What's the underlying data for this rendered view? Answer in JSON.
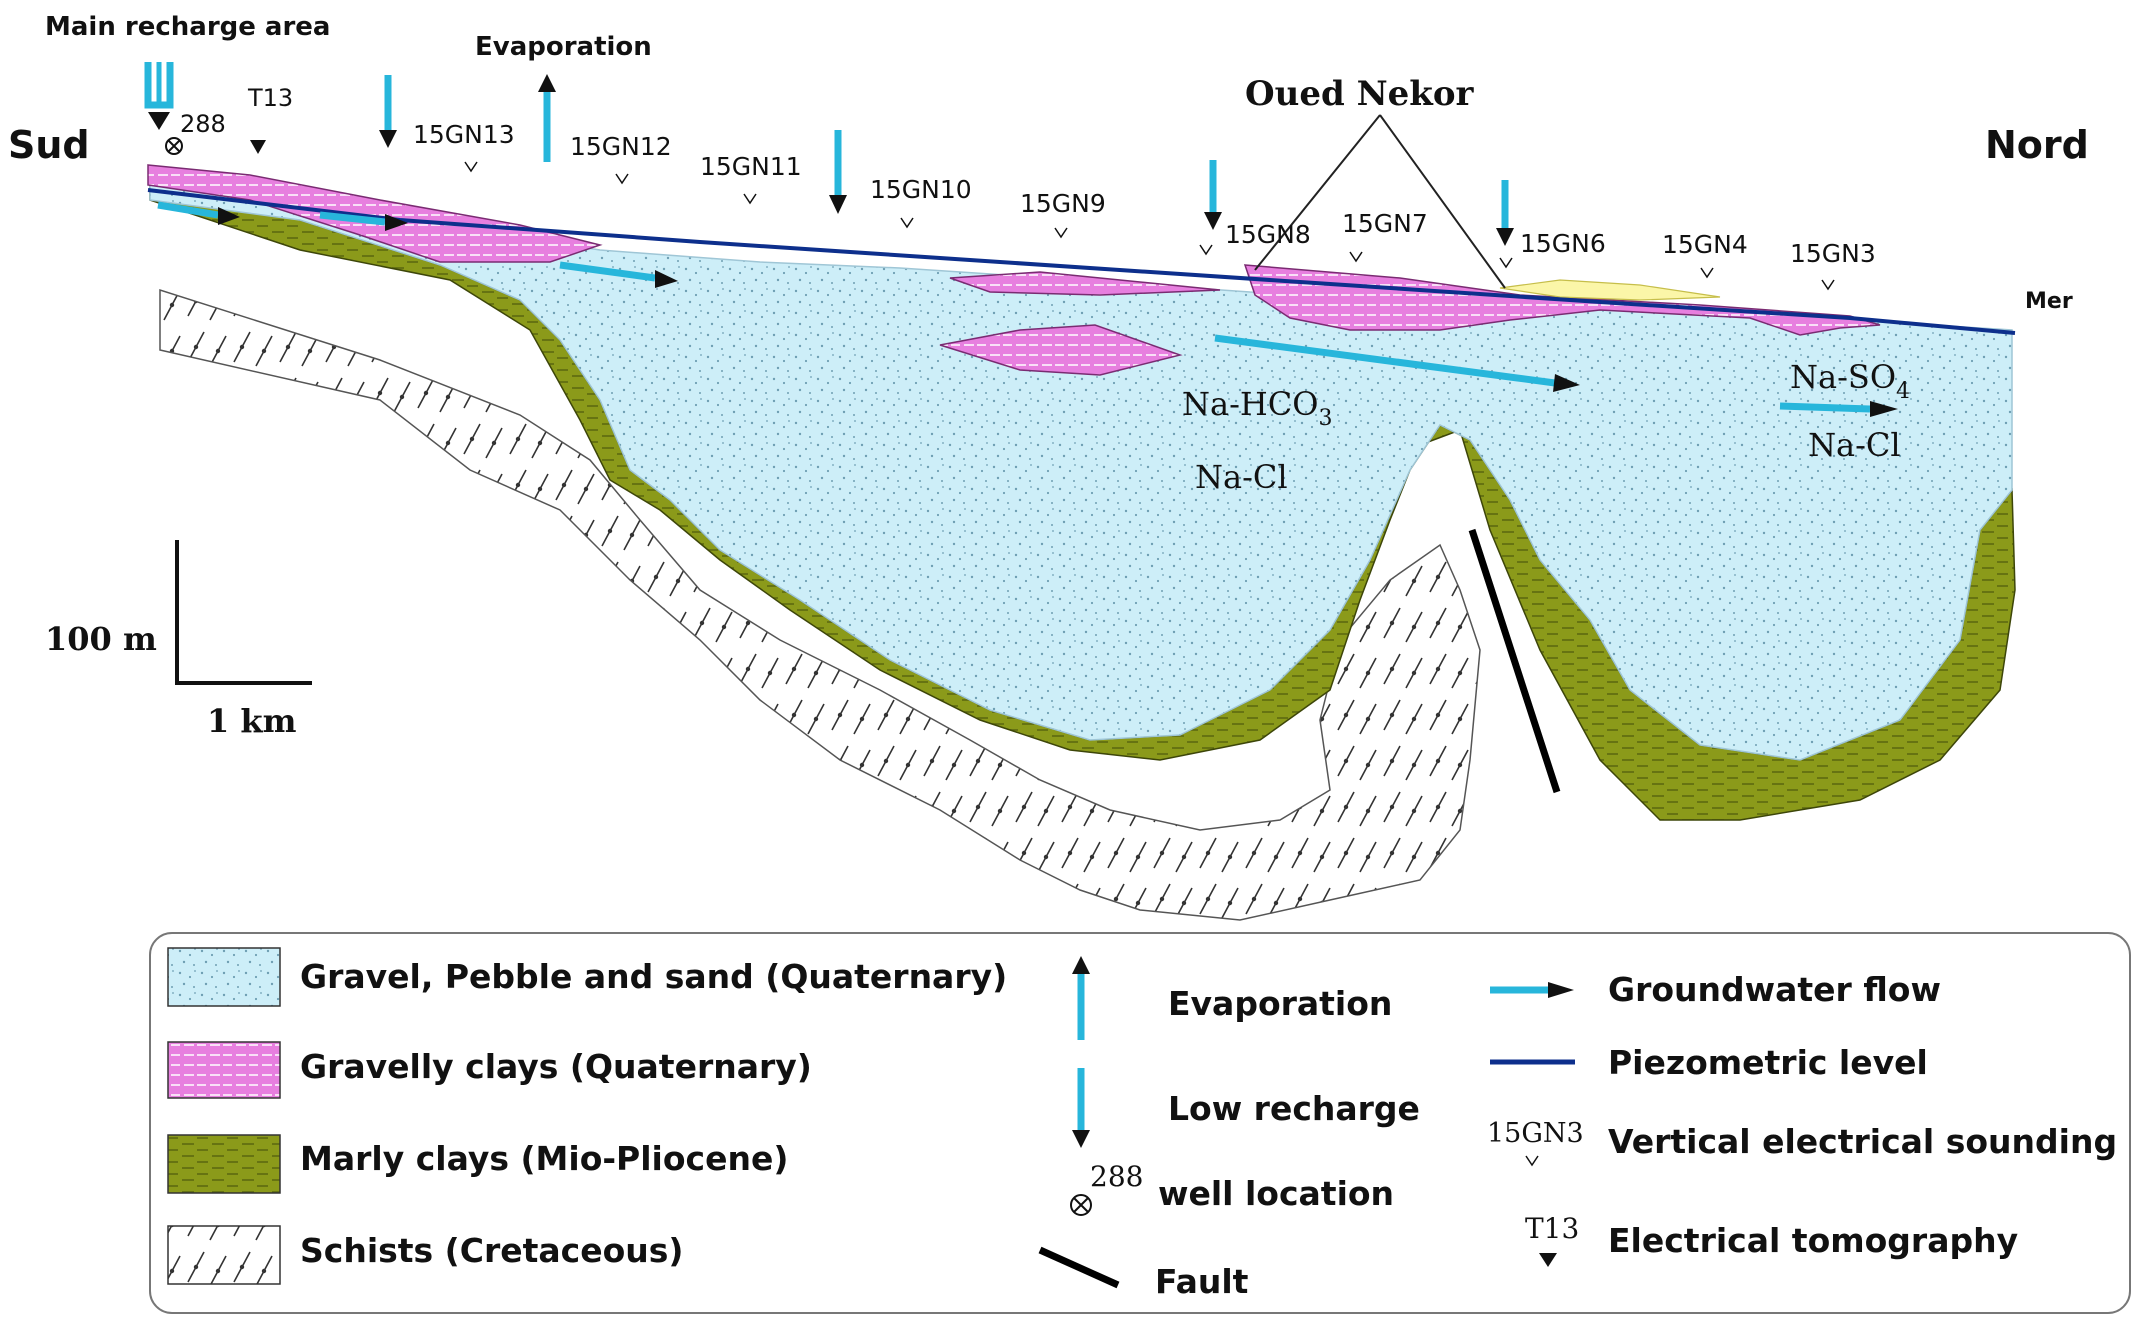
{
  "direction": {
    "left": "Sud",
    "right": "Nord"
  },
  "top_labels": {
    "recharge_area": "Main recharge  area",
    "evaporation": "Evaporation",
    "river": "Oued Nekor",
    "sea": "Mer",
    "well_number": "288",
    "tomography_id": "T13"
  },
  "soundings": [
    "15GN13",
    "15GN12",
    "15GN11",
    "15GN10",
    "15GN9",
    "15GN8",
    "15GN7",
    "15GN6",
    "15GN4",
    "15GN3"
  ],
  "facies": {
    "left": {
      "a_main": "Na-HCO",
      "a_sub": "3",
      "b": "Na-Cl"
    },
    "right": {
      "a_main": "Na-SO",
      "a_sub": "4",
      "b": "Na-Cl"
    }
  },
  "scale": {
    "vertical": "100 m",
    "horizontal": "1 km"
  },
  "legend": {
    "gravel": "Gravel, Pebble and sand (Quaternary)",
    "gravelly_clays": "Gravelly clays (Quaternary)",
    "marly_clays": "Marly clays (Mio-Pliocene)",
    "schists": "Schists (Cretaceous)",
    "evaporation": "Evaporation",
    "low_recharge": "Low recharge",
    "well_location": "well location",
    "well_number": "288",
    "fault": "Fault",
    "groundwater_flow": "Groundwater flow",
    "piezometric_level": "Piezometric level",
    "ves_example": "15GN3",
    "ves": "Vertical electrical sounding",
    "tomo_example": "T13",
    "tomography": "Electrical tomography"
  },
  "colors": {
    "gravel": "#cdeef8",
    "gravelly_clay": "#e77fdf",
    "marly_clay": "#8b9a1a",
    "schist": "#ffffff",
    "flow": "#27b6db",
    "piezometric": "#0d2f8c"
  }
}
